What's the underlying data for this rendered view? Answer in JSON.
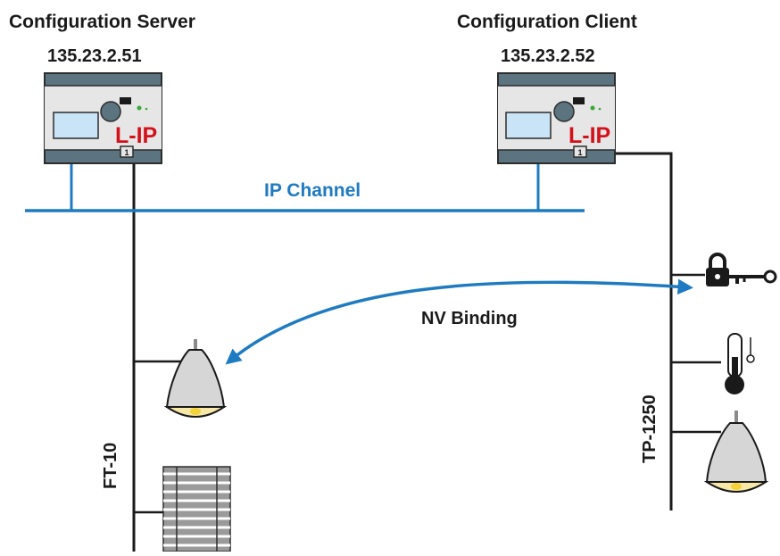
{
  "server": {
    "title": "Configuration Server",
    "ip": "135.23.2.51",
    "brand": "L-IP",
    "port": "1"
  },
  "client": {
    "title": "Configuration Client",
    "ip": "135.23.2.52",
    "brand": "L-IP",
    "port": "1"
  },
  "ip_channel_label": "IP Channel",
  "binding_label": "NV Binding",
  "channel_left_label": "FT-10",
  "channel_right_label": "TP-1250",
  "colors": {
    "ip_channel": "#1f7bc1",
    "brand": "#d4111a",
    "device_body": "#e6e6e6",
    "device_band": "#5b7480"
  },
  "icons": [
    "key-lock-icon",
    "thermometer-icon",
    "lamp-icon",
    "blinds-icon"
  ]
}
